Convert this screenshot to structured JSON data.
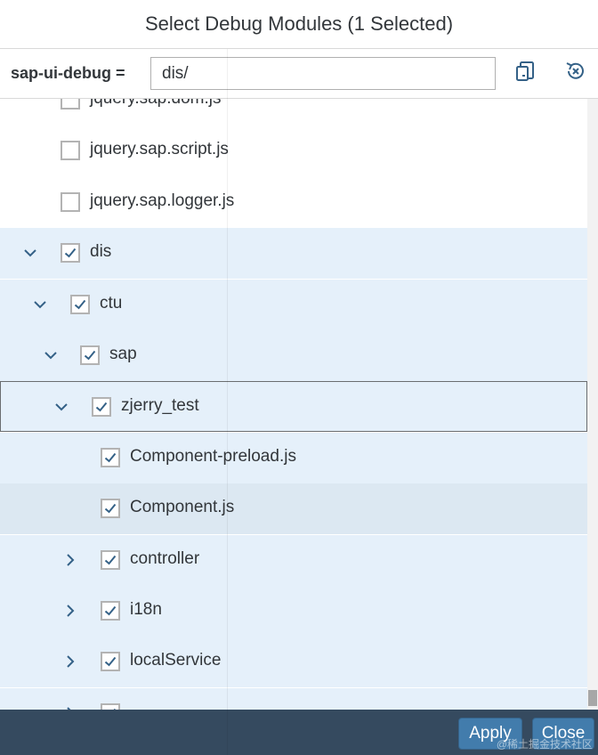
{
  "dialog": {
    "title": "Select Debug Modules (1 Selected)"
  },
  "toolbar": {
    "label": "sap-ui-debug =",
    "input_value": "dis/",
    "copy_icon": "copy-icon",
    "clear_icon": "clear-selection-icon"
  },
  "tree": {
    "rows": [
      {
        "label": "jquery.sap.dom.js",
        "level": 1,
        "expander": "none",
        "checked": false,
        "state": "normal"
      },
      {
        "label": "jquery.sap.script.js",
        "level": 1,
        "expander": "none",
        "checked": false,
        "state": "normal"
      },
      {
        "label": "jquery.sap.logger.js",
        "level": 1,
        "expander": "none",
        "checked": false,
        "state": "normal"
      },
      {
        "label": "dis",
        "level": 0,
        "expander": "expanded",
        "checked": true,
        "state": "selected"
      },
      {
        "label": "ctu",
        "level": 1,
        "expander": "expanded",
        "checked": true,
        "state": "selected"
      },
      {
        "label": "sap",
        "level": 2,
        "expander": "expanded",
        "checked": true,
        "state": "selected"
      },
      {
        "label": "zjerry_test",
        "level": 3,
        "expander": "expanded",
        "checked": true,
        "state": "focused"
      },
      {
        "label": "Component-preload.js",
        "level": 4,
        "expander": "none",
        "checked": true,
        "state": "selected"
      },
      {
        "label": "Component.js",
        "level": 4,
        "expander": "none",
        "checked": true,
        "state": "hover"
      },
      {
        "label": "controller",
        "level": 4,
        "expander": "collapsed",
        "checked": true,
        "state": "selected"
      },
      {
        "label": "i18n",
        "level": 4,
        "expander": "collapsed",
        "checked": true,
        "state": "selected"
      },
      {
        "label": "localService",
        "level": 4,
        "expander": "collapsed",
        "checked": true,
        "state": "selected"
      },
      {
        "label": "",
        "level": 4,
        "expander": "collapsed",
        "checked": true,
        "state": "selected"
      }
    ]
  },
  "footer": {
    "apply_label": "Apply",
    "close_label": "Close",
    "watermark": "@稀土掘金技术社区"
  },
  "colors": {
    "selected_row": "#e5f0fa",
    "hover_row": "#dce8f2",
    "footer": "#354a5f",
    "button": "#427cac",
    "accent": "#346187"
  }
}
